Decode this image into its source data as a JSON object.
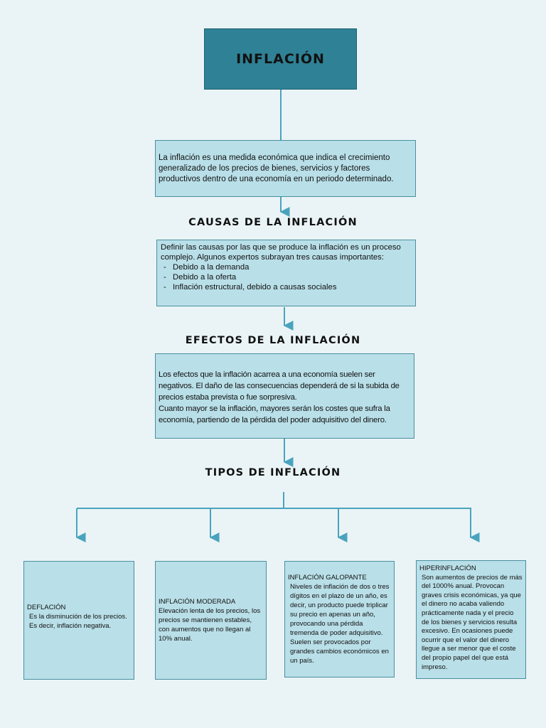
{
  "title": "INFLACIÓN",
  "definition": "La inflación es una medida económica que indica el crecimiento generalizado de los precios de bienes, servicios y factores productivos dentro de una economía en un periodo determinado.",
  "causes": {
    "heading": "CAUSAS DE LA INFLACIÓN",
    "intro": "Definir las causas por las que se produce la inflación es un proceso complejo. Algunos expertos subrayan tres causas importantes:",
    "items": [
      "Debido a la demanda",
      "Debido a la oferta",
      "Inflación estructural, debido a causas sociales"
    ]
  },
  "effects": {
    "heading": "EFECTOS DE LA INFLACIÓN",
    "p1": "Los efectos que la inflación acarrea a una economía suelen ser negativos. El daño de las consecuencias dependerá de si la subida de precios estaba prevista o fue sorpresiva.",
    "p2": "Cuanto mayor se la inflación, mayores serán los costes que sufra la economía, partiendo de la pérdida del poder adquisitivo del dinero."
  },
  "types": {
    "heading": "TIPOS DE INFLACIÓN",
    "items": [
      {
        "title": "DEFLACIÓN",
        "text": "Es la disminución de los precios. Es decir, inflación negativa."
      },
      {
        "title": "INFLACIÓN MODERADA",
        "text": "Elevación lenta de los precios, los precios se mantienen estables, con aumentos que no llegan al 10% anual."
      },
      {
        "title": "INFLACIÓN GALOPANTE",
        "text": "Niveles de inflación de dos o tres dígitos en el plazo de un año, es decir, un producto puede triplicar su precio en apenas un año, provocando una pérdida tremenda de poder adquisitivo. Suelen ser provocados por grandes cambios económicos en un país."
      },
      {
        "title": "HIPERINFLACIÓN",
        "text": "Son aumentos de precios de más del 1000% anual. Provocan graves crisis económicas, ya que el dinero no acaba valiendo prácticamente nada y el precio de los bienes y servicios resulta excesivo. En ocasiones puede ocurrir que el valor del dinero llegue a ser menor que el coste del propio papel del que está impreso."
      }
    ]
  }
}
